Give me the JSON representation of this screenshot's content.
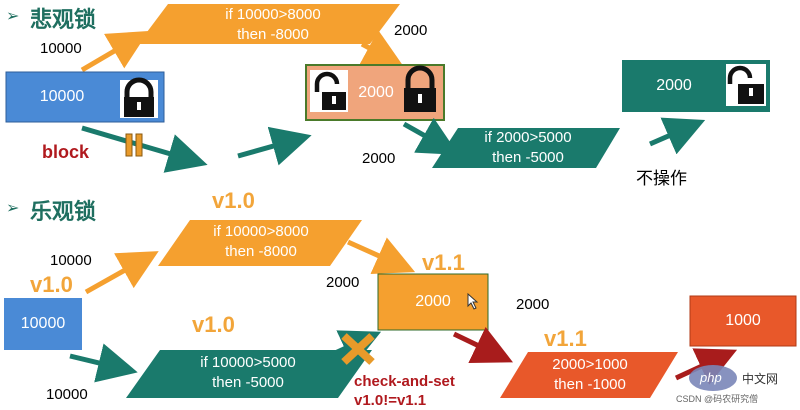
{
  "pessimistic": {
    "title": "悲观锁",
    "initial_value": "10000",
    "box_value": "10000",
    "check1": {
      "line1": "if 10000>8000",
      "line2": "then -8000"
    },
    "result_label": "2000",
    "middle_box_value": "2000",
    "check2_input_label": "2000",
    "check2": {
      "line1": "if 2000>5000",
      "line2": "then -5000"
    },
    "final_box_value": "2000",
    "block_label": "block",
    "no_op_label": "不操作"
  },
  "optimistic": {
    "title": "乐观锁",
    "top_version": "v1.0",
    "top_initial": "10000",
    "left_version": "v1.0",
    "box_value": "10000",
    "check1": {
      "line1": "if 10000>8000",
      "line2": "then -8000"
    },
    "result_label": "2000",
    "middle_version": "v1.1",
    "middle_box_value": "2000",
    "right_label": "2000",
    "bottom_version": "v1.0",
    "bottom_initial": "10000",
    "check2": {
      "line1": "if 10000>5000",
      "line2": "then -5000"
    },
    "cas_line1": "check-and-set",
    "cas_line2": "v1.0!=v1.1",
    "right_version": "v1.1",
    "check3": {
      "line1": "2000>1000",
      "line2": "then -1000"
    },
    "final_box_value": "1000"
  },
  "watermark": {
    "php": "php",
    "site": "中文网",
    "csdn": "CSDN @码农研究僧"
  },
  "colors": {
    "blue": "#4a8ad6",
    "orange": "#f5a02f",
    "teal": "#1a7a6c",
    "salmon": "#f0a57c",
    "red_orange": "#e8582a",
    "dark_red": "#a81c1c"
  }
}
